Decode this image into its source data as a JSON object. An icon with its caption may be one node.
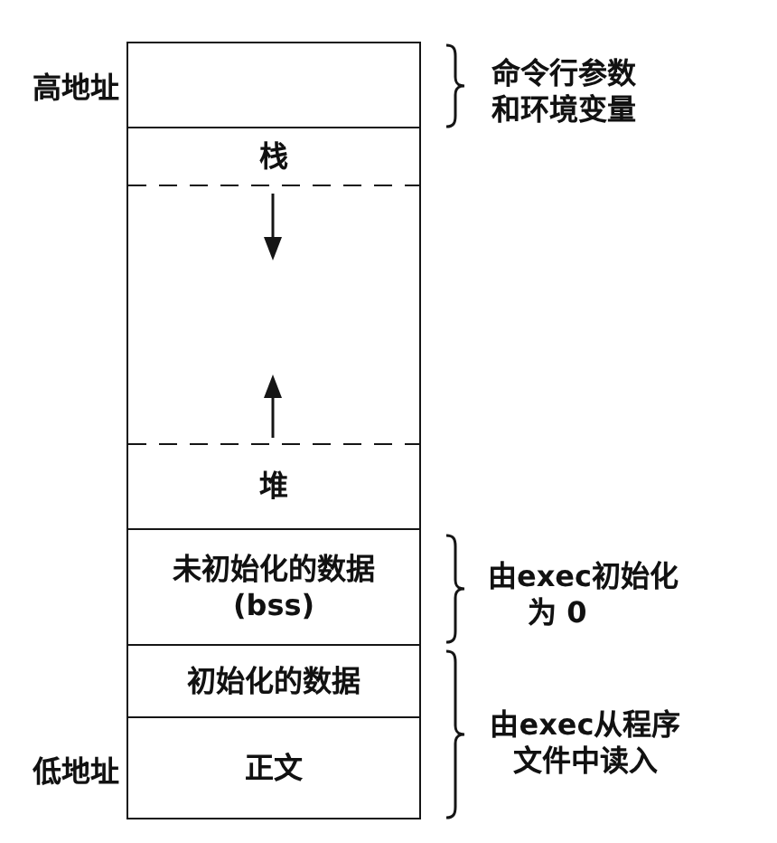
{
  "diagram": {
    "nodes": [
      {
        "text": [],
        "shape": "box"
      },
      {
        "text": [
          "栈"
        ]
      },
      {
        "text": [],
        "shape": "box"
      },
      {
        "text": [
          "堆"
        ]
      },
      {
        "text": [
          "未初始化的数据 (bss)"
        ]
      },
      {
        "text": [
          "初始化的数据"
        ]
      },
      {
        "text": [
          "正文"
        ]
      }
    ],
    "labels": [
      "高地址",
      "命令行参数和环境变量",
      "由exec初始化为 0",
      "低地址",
      "由exec从程序文件中读入"
    ]
  }
}
